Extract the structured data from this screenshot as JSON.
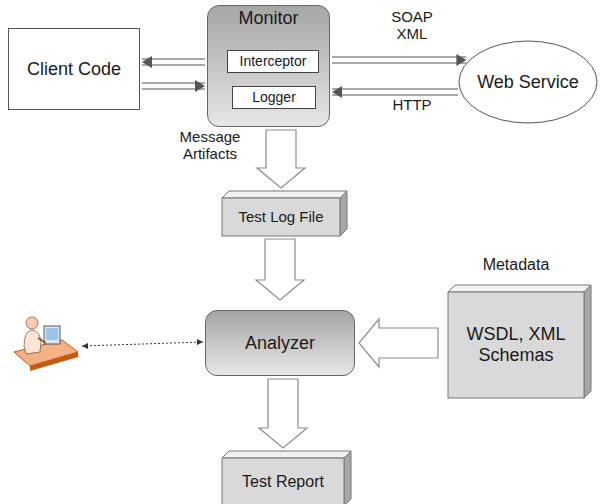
{
  "diagram": {
    "nodes": [
      {
        "text": [
          "Client Code"
        ]
      },
      {
        "text": [
          "Monitor"
        ]
      },
      {
        "text": [
          "Interceptor"
        ],
        "in": 1
      },
      {
        "text": [
          "Logger"
        ],
        "in": 1
      },
      {
        "text": [
          "Web Service"
        ]
      },
      {
        "text": [
          "Test Log File"
        ]
      },
      {
        "text": [
          "Analyzer"
        ]
      },
      {
        "text": [
          "Metadata",
          "WSDL, XML Schemas"
        ]
      },
      {
        "text": [
          "Test Report"
        ]
      }
    ],
    "edges": [
      {
        "from": 1,
        "to": 0,
        "arrow": "to"
      },
      {
        "from": 0,
        "to": 1,
        "arrow": "to"
      },
      {
        "from": 1,
        "to": 4,
        "label": "SOAP XML",
        "arrow": "to"
      },
      {
        "from": 4,
        "to": 1,
        "label": "HTTP",
        "arrow": "to"
      },
      {
        "from": 1,
        "to": 5,
        "label": "Message Artifacts",
        "arrow": "to"
      },
      {
        "from": 5,
        "to": 6,
        "arrow": "to"
      },
      {
        "from": 7,
        "to": 6,
        "arrow": "to"
      },
      {
        "from": 6,
        "to": 8,
        "arrow": "to"
      }
    ]
  }
}
